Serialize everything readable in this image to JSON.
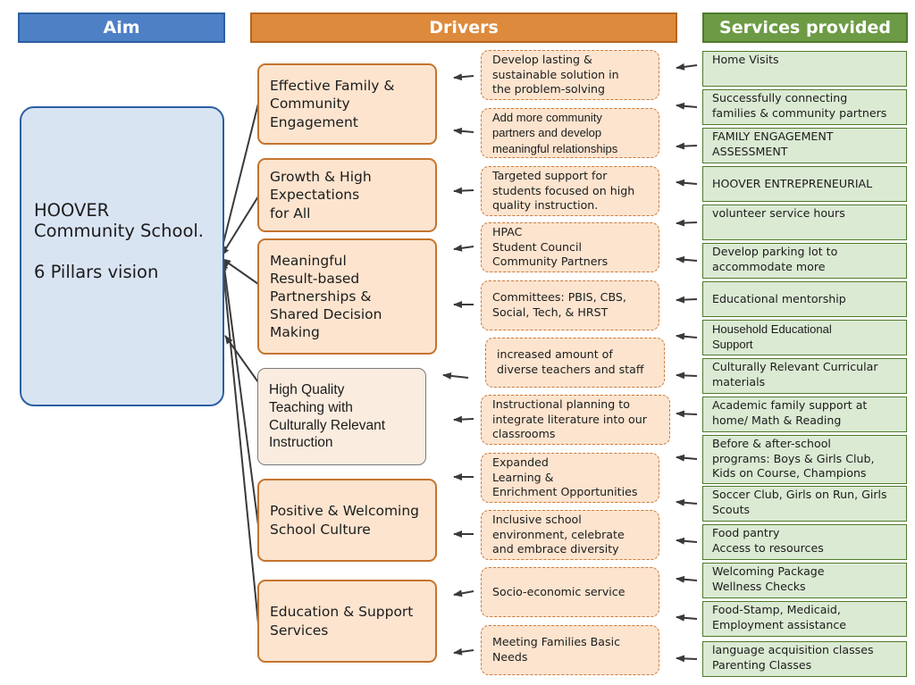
{
  "headers": {
    "aim": "Aim",
    "drivers": "Drivers",
    "services": "Services provided"
  },
  "aim": {
    "line1": "HOOVER",
    "line2": "Community School.",
    "line3": "6 Pillars vision"
  },
  "drivers": [
    "Effective Family &\nCommunity\nEngagement",
    "Growth & High\nExpectations\nfor All",
    "Meaningful\nResult-based\nPartnerships &\nShared Decision\nMaking",
    "High Quality\nTeaching with\nCulturally Relevant\nInstruction",
    "Positive & Welcoming\nSchool Culture",
    "Education & Support\nServices"
  ],
  "secondary_drivers": [
    "Develop lasting &\nsustainable solution in\nthe problem-solving",
    "Add more community\npartners and develop\nmeaningful relationships",
    "Targeted support for\nstudents focused on high\nquality instruction.",
    "HPAC\nStudent Council\nCommunity Partners",
    "Committees: PBIS, CBS,\nSocial, Tech, & HRST",
    "increased amount of\ndiverse teachers and staff",
    "Instructional planning to\nintegrate literature into our\nclassrooms",
    "Expanded\nLearning &\nEnrichment Opportunities",
    "Inclusive school\nenvironment, celebrate\nand embrace diversity",
    "Socio-economic service",
    "Meeting Families Basic\nNeeds"
  ],
  "services": [
    "Home Visits",
    "Successfully connecting\nfamilies & community partners",
    "FAMILY ENGAGEMENT\nASSESSMENT",
    "HOOVER ENTREPRENEURIAL",
    "volunteer service hours",
    "Develop parking lot to\naccommodate more",
    "Educational mentorship",
    "Household Educational\nSupport",
    "Culturally Relevant Curricular\nmaterials",
    "Academic family support at\nhome/ Math & Reading",
    "Before & after-school\nprograms: Boys & Girls Club,\nKids on Course, Champions",
    "Soccer Club, Girls on Run, Girls\nScouts",
    "Food pantry\nAccess to resources",
    "Welcoming Package\nWellness Checks",
    "Food-Stamp, Medicaid,\nEmployment assistance",
    "language acquisition classes\nParenting Classes"
  ],
  "colors": {
    "aim": "#4e80c6",
    "drivers": "#de8a3d",
    "services": "#6d9b45",
    "arrow": "#3a3a3a"
  }
}
